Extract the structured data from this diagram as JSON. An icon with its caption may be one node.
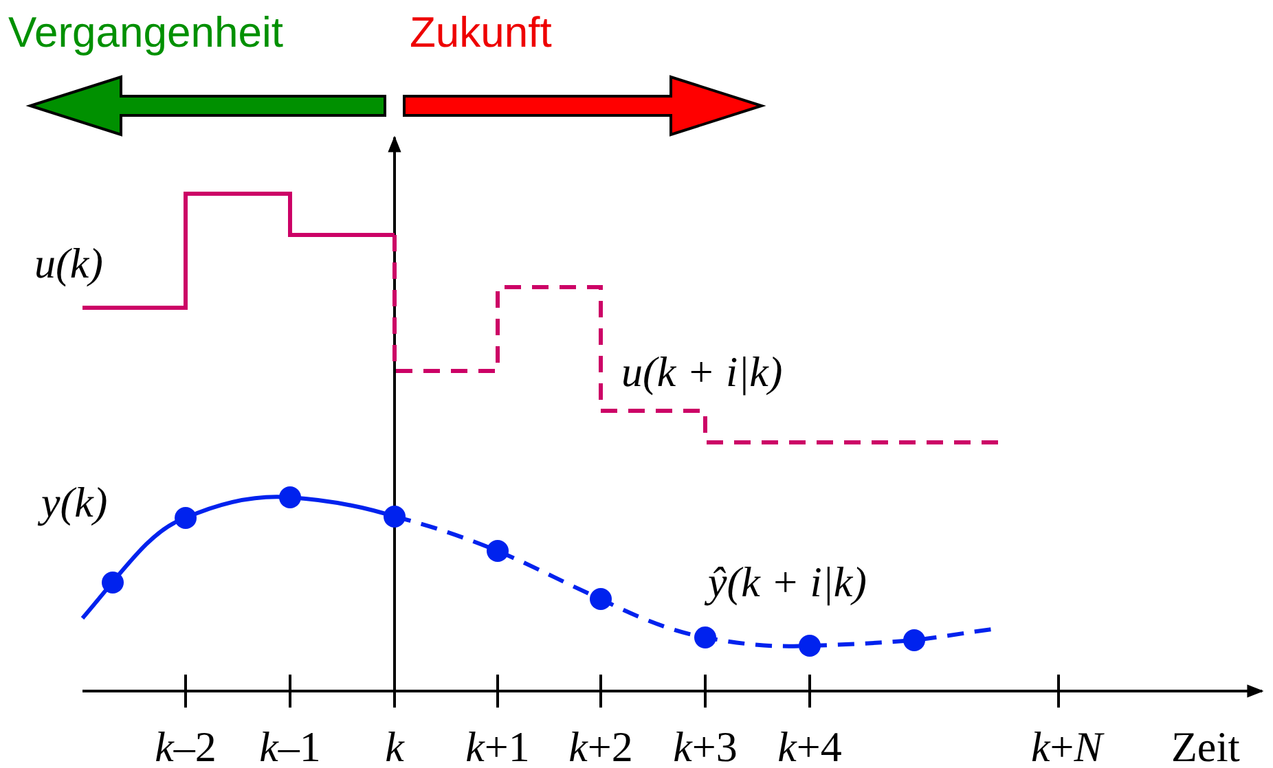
{
  "diagram": {
    "labels": [
      "Vergangenheit",
      "Zukunft",
      "u(k)",
      "u(k + i|k)",
      "y(k)",
      "ŷ(k + i|k)",
      "*k*–2",
      "*k*–1",
      "*k*",
      "*k*+1",
      "*k*+2",
      "*k*+3",
      "*k*+4",
      "*k*+*N*",
      "Zeit"
    ]
  }
}
